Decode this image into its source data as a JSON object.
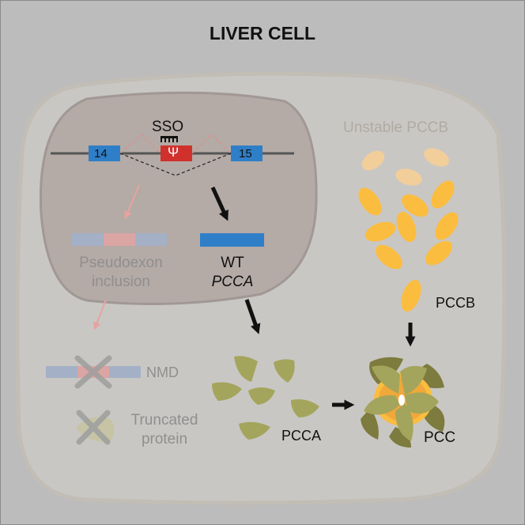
{
  "title": "LIVER CELL",
  "gene": {
    "sso_label": "SSO",
    "exon_left_label": "14",
    "exon_right_label": "15",
    "pseudoexon_symbol": "Ψ"
  },
  "left_pathway": {
    "pseudoexon_line1": "Pseudoexon",
    "pseudoexon_line2": "inclusion",
    "nmd_label": "NMD",
    "truncated_line1": "Truncated",
    "truncated_line2": "protein"
  },
  "wt_pathway": {
    "wt_label": "WT",
    "gene_label": "PCCA",
    "pcca_label": "PCCA"
  },
  "pccb_pathway": {
    "unstable_label": "Unstable PCCB",
    "pccb_label": "PCCB",
    "pcc_label": "PCC"
  },
  "colors": {
    "background": "#bdbcbc",
    "cell": "#c9c7c4",
    "nucleus": "#b4aaa6",
    "exon_blue": "#2f7fc8",
    "pseudoexon_red": "#d0312d",
    "pcca_green": "#a4a55c",
    "pccb_yellow": "#fbbd3f"
  }
}
